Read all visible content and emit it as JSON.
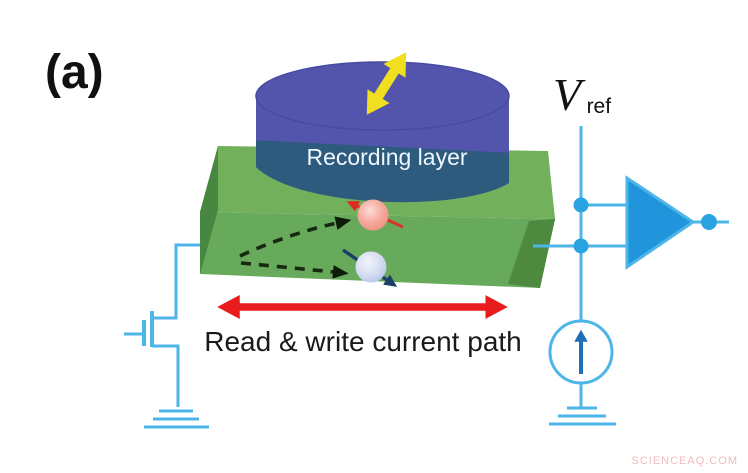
{
  "panel_label": "(a)",
  "device": {
    "recording_layer_label": "Recording layer",
    "current_path_label": "Read & write current path"
  },
  "circuit": {
    "vref_symbol": "V",
    "vref_subscript": "ref"
  },
  "watermark": "SCIENCEAQ.COM",
  "colors": {
    "wire": "#4db5e8",
    "node": "#29a3e2",
    "amplifier": "#2095dc",
    "cylinder_top": "#5355ad",
    "cylinder_shadow": "#2d5b7e",
    "slab_top": "#72b05c",
    "slab_front": "#68aa5c",
    "slab_left": "#47873f",
    "slab_right": "#4d8a3f",
    "magnetization_arrow": "#efdf1f",
    "current_path_arrow": "#e81b1d",
    "spin_up_arrow": "#d93425",
    "spin_down_arrow": "#1c3f66",
    "deflection_arrow": "#17290f",
    "label_text": "#1a1a1a",
    "recording_label_text": "#eef6ff",
    "watermark_text": "#f2bcbc",
    "current_source_arrow": "#1f6fb8"
  },
  "icons": {
    "magnetization": "double-headed-diagonal-arrow",
    "current_path": "double-headed-horizontal-arrow",
    "spin_up_electron": "pink-sphere-with-arrow",
    "spin_down_electron": "blue-sphere-with-arrow",
    "transistor": "nmos-transistor-symbol",
    "ground": "ground-symbol",
    "current_source": "circle-with-up-arrow",
    "amplifier": "right-pointing-triangle"
  }
}
